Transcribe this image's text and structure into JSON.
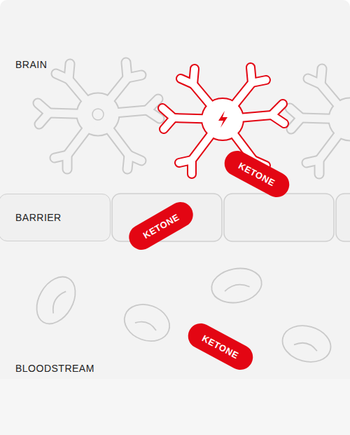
{
  "diagram": {
    "nodes": [
      {
        "text": [
          "KETONE"
        ]
      },
      {
        "text": [
          "BARRIER"
        ]
      },
      {
        "text": [
          "KETONE"
        ]
      },
      {
        "text": [
          "KETONE"
        ]
      }
    ],
    "labels": [
      "BRAIN",
      "BLOODSTREAM"
    ]
  }
}
